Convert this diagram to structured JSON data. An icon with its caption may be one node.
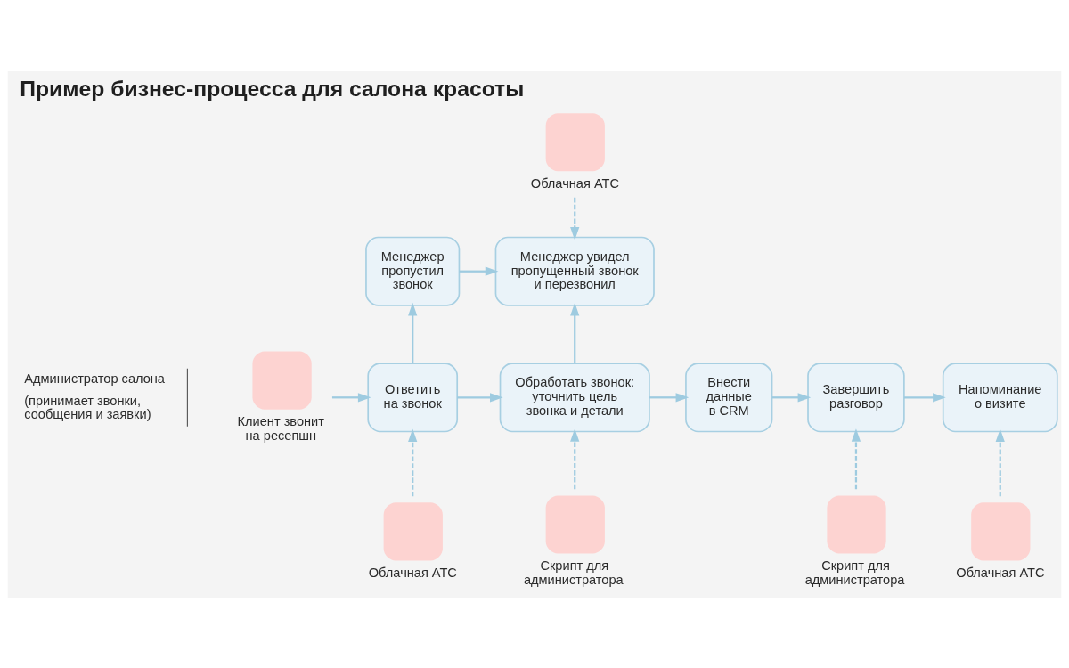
{
  "diagram": {
    "title": "Пример бизнес-процесса для салона красоты",
    "nodes": [
      {
        "text": [
          "Облачная АТС"
        ]
      },
      {
        "text": [
          "Менеджер пропустил звонок"
        ]
      },
      {
        "text": [
          "Менеджер увидел пропущенный звонок и перезвонил"
        ]
      },
      {
        "text": [
          "Клиент звонит на ресепшн"
        ]
      },
      {
        "text": [
          "Ответить на звонок"
        ]
      },
      {
        "text": [
          "Обработать звонок: уточнить цель звонка и детали"
        ]
      },
      {
        "text": [
          "Внести данные в CRM"
        ]
      },
      {
        "text": [
          "Завершить разговор"
        ]
      },
      {
        "text": [
          "Напоминание о визите"
        ]
      },
      {
        "text": [
          "Облачная АТС"
        ]
      },
      {
        "text": [
          "Скрипт для администратора"
        ]
      },
      {
        "text": [
          "Скрипт для администратора"
        ]
      },
      {
        "text": [
          "Облачная АТС"
        ]
      }
    ],
    "edges": [
      {
        "from": 0,
        "to": 2,
        "arrow": "to",
        "style": "dashed"
      },
      {
        "from": 1,
        "to": 2,
        "arrow": "to"
      },
      {
        "from": 3,
        "to": 4,
        "arrow": "to"
      },
      {
        "from": 4,
        "to": 1,
        "arrow": "to"
      },
      {
        "from": 4,
        "to": 5,
        "arrow": "to"
      },
      {
        "from": 5,
        "to": 2,
        "arrow": "to"
      },
      {
        "from": 5,
        "to": 6,
        "arrow": "to"
      },
      {
        "from": 6,
        "to": 7,
        "arrow": "to"
      },
      {
        "from": 7,
        "to": 8,
        "arrow": "to"
      },
      {
        "from": 9,
        "to": 4,
        "arrow": "to",
        "style": "dashed"
      },
      {
        "from": 10,
        "to": 5,
        "arrow": "to",
        "style": "dashed"
      },
      {
        "from": 11,
        "to": 7,
        "arrow": "to",
        "style": "dashed"
      },
      {
        "from": 12,
        "to": 8,
        "arrow": "to",
        "style": "dashed"
      }
    ],
    "labels": [
      "Администратор салона",
      "(принимает звонки, сообщения и заявки)"
    ]
  }
}
